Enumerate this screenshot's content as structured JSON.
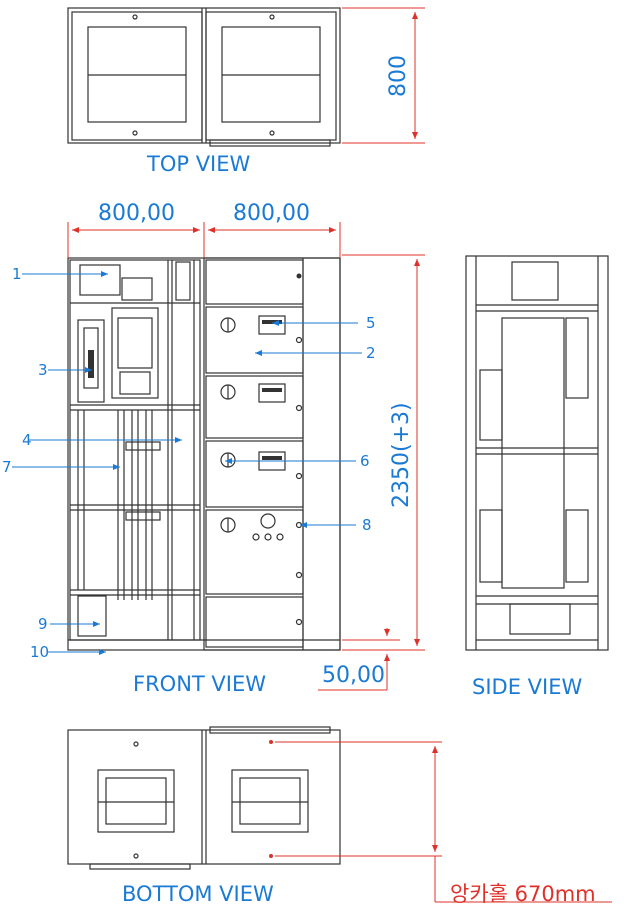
{
  "views": {
    "top": "TOP VIEW",
    "front": "FRONT VIEW",
    "side": "SIDE VIEW",
    "bottom": "BOTTOM VIEW"
  },
  "dimensions": {
    "depth": "800",
    "width_left": "800,00",
    "width_right": "800,00",
    "height": "2350(+3)",
    "base": "50,00",
    "anchor": "앙카홀 670mm"
  },
  "callouts": [
    "1",
    "2",
    "3",
    "4",
    "5",
    "6",
    "7",
    "8",
    "9",
    "10"
  ],
  "colors": {
    "label": "#1a7ad4",
    "dimension_line": "#e0302a",
    "drawing": "#333333"
  }
}
